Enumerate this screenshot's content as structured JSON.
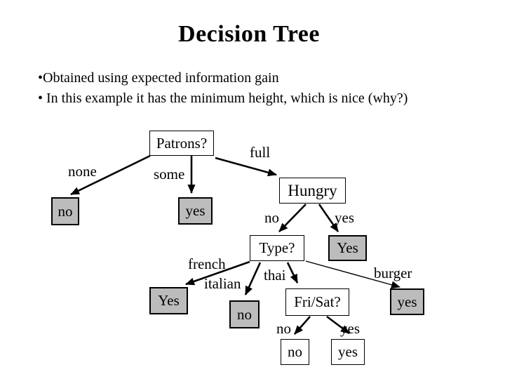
{
  "slide": {
    "title": "Decision Tree",
    "bullets": [
      "•Obtained using expected information gain",
      "• In this example it has the minimum height, which is nice (why?)"
    ]
  },
  "tree": {
    "type": "tree-diagram",
    "nodes": {
      "patrons": {
        "label": "Patrons?",
        "kind": "decision"
      },
      "none_result": {
        "label": "no",
        "kind": "leaf"
      },
      "some_result": {
        "label": "yes",
        "kind": "leaf"
      },
      "hungry": {
        "label": "Hungry",
        "kind": "decision"
      },
      "hungry_yes_result": {
        "label": "Yes",
        "kind": "leaf"
      },
      "type": {
        "label": "Type?",
        "kind": "decision"
      },
      "french_result": {
        "label": "Yes",
        "kind": "leaf"
      },
      "italian_result": {
        "label": "no",
        "kind": "leaf"
      },
      "frisat": {
        "label": "Fri/Sat?",
        "kind": "decision"
      },
      "burger_result": {
        "label": "yes",
        "kind": "leaf"
      },
      "frisat_no_result": {
        "label": "no",
        "kind": "plain"
      },
      "frisat_yes_result": {
        "label": "yes",
        "kind": "plain"
      }
    },
    "edge_labels": {
      "none": "none",
      "some": "some",
      "full": "full",
      "hungry_no": "no",
      "hungry_yes": "yes",
      "french": "french",
      "italian": "italian",
      "thai": "thai",
      "burger": "burger",
      "frisat_no": "no",
      "frisat_yes": "yes"
    },
    "colors": {
      "background": "#ffffff",
      "text_color": "#000000",
      "line_color": "#000000",
      "decision_fill": "#ffffff",
      "leaf_fill": "#bcbcbc"
    }
  }
}
